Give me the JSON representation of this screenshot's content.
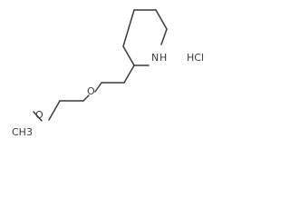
{
  "structure": {
    "atoms": {
      "nitrogen": "N",
      "hydrogen_on_nitrogen": "H",
      "ether_oxygen": "O",
      "methoxy_oxygen": "O",
      "methyl": "CH3"
    },
    "salt": "HCl"
  }
}
